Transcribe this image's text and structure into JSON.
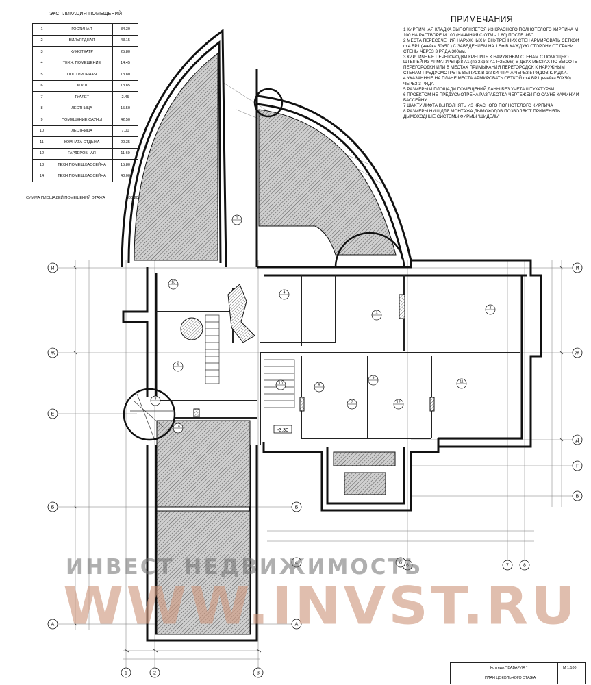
{
  "explication": {
    "title": "ЭКСПЛИКАЦИЯ ПОМЕЩЕНИЙ",
    "rows": [
      {
        "n": "1",
        "name": "ГОСТИНАЯ",
        "area": "34.30"
      },
      {
        "n": "2",
        "name": "БИЛЬЯРДНАЯ",
        "area": "43.15"
      },
      {
        "n": "3",
        "name": "КИНОТЕАТР",
        "area": "25.80"
      },
      {
        "n": "4",
        "name": "ТЕХН. ПОМЕЩЕНИЕ",
        "area": "14.45"
      },
      {
        "n": "5",
        "name": "ПОСТИРОЧНАЯ",
        "area": "13.80"
      },
      {
        "n": "6",
        "name": "ХОЛЛ",
        "area": "13.85"
      },
      {
        "n": "7",
        "name": "ТУАЛЕТ",
        "area": "2.45"
      },
      {
        "n": "8",
        "name": "ЛЕСТНИЦА",
        "area": "15.50"
      },
      {
        "n": "9",
        "name": "ПОМЕЩЕНИЕ САУНЫ",
        "area": "42.50"
      },
      {
        "n": "10",
        "name": "ЛЕСТНИЦА",
        "area": "7.00"
      },
      {
        "n": "11",
        "name": "КОМНАТА ОТДЫХА",
        "area": "20.35"
      },
      {
        "n": "12",
        "name": "ГАРДЕРОБНАЯ",
        "area": "11.60"
      },
      {
        "n": "13",
        "name": "ТЕХН.ПОМЕЩ.БАССЕЙНА",
        "area": "15.80"
      },
      {
        "n": "14",
        "name": "ТЕХН.ПОМЕЩ.БАССЕЙНА",
        "area": "40.00"
      }
    ],
    "sum_label": "СУММА ПЛОЩАДЕЙ ПОМЕЩЕНИЙ ЭТАЖА",
    "sum_value": "300.20 м2"
  },
  "notes": {
    "title": "ПРИМЕЧАНИЯ",
    "items": [
      "1 КИРПИЧНАЯ КЛАДКА ВЫПОЛНЯЕТСЯ ИЗ КРАСНОГО ПОЛНОТЕЛОГО КИРПИЧА М 100 НА РАСТВОРЕ М 100 (НАЧИНАЯ С ОТМ - 1.80) ПОСЛЕ ФБС",
      "2 МЕСТА ПЕРЕСЕЧЕНИЯ НАРУЖНЫХ И ВНУТРЕННИХ СТЕН АРМИРОВАТЬ СЕТКОЙ ф 4 ВР1 (ячейка 50х50 ) С ЗАВЕДЕНИЕМ НА 1.5м В КАЖДУЮ СТОРОНУ ОТ ГРАНИ СТЕНЫ ЧЕРЕЗ 3 РЯДА 300мм.",
      "3 КИРПИЧНЫЕ ПЕРЕГОРОДКИ КРЕПИТЬ К НАРУЖНЫМ СТЕНАМ С ПОМОЩЬЮ ШТЫРЕЙ ИЗ АРМАТУРЫ ф 8 А1 (по 2 ф 8 А1 l=250мм) В ДВУХ МЕСТАХ ПО ВЫСОТЕ ПЕРЕГОРОДКИ ИЛИ В МЕСТАХ ПРИМЫКАНИЯ ПЕРЕГОРОДОК К НАРУЖНЫМ СТЕНАМ ПРЕДУСМОТРЕТЬ ВЫПУСК В 1/2 КИРПИЧА ЧЕРЕЗ 5 РЯДОВ КЛАДКИ.",
      "4 УКАЗАННЫЕ НА ПЛАНЕ МЕСТА АРМИРОВАТЬ СЕТКОЙ ф 4 ВР1 (ячейка 50Х50) ЧЕРЕЗ 3 РЯДА",
      "5 РАЗМЕРЫ И ПЛОЩАДИ ПОМЕЩЕНИЙ ДАНЫ БЕЗ УЧЕТА ШТУКАТУРКИ",
      "6 ПРОЕКТОМ НЕ ПРЕДУСМОТРЕНА РАЗРАБОТКА ЧЕРТЕЖЕЙ ПО САУНЕ КАМИНУ И БАССЕЙНУ",
      "7 ШАХТУ ЛИФТА ВЫПОЛНЯТЬ ИЗ КРАСНОГО ПОЛНОТЕЛОГО КИРПИЧА",
      "8 РАЗМЕРЫ НИШ ДЛЯ МОНТАЖА ДЫМОХОДОВ ПОЗВОЛЯЮТ ПРИМЕНЯТЬ ДЫМОХОДНЫЕ СИСТЕМЫ ФИРМЫ \"ШИДЕЛЬ\""
    ]
  },
  "axes": {
    "left_letters": [
      "И",
      "Ж",
      "Е",
      "Б",
      "А"
    ],
    "right_letters": [
      "И",
      "Ж",
      "Д",
      "Г",
      "В"
    ],
    "mid_letters": [
      "Б",
      "А"
    ],
    "bottom_numbers": [
      "1",
      "2",
      "3",
      "6",
      "7",
      "8"
    ],
    "mid_numbers": [
      "4",
      "6"
    ]
  },
  "room_tags": [
    "1",
    "2",
    "3",
    "4",
    "5",
    "6",
    "7",
    "8",
    "9",
    "10",
    "11",
    "12",
    "13",
    "14"
  ],
  "level_mark": "-3.30",
  "watermark": {
    "line1": "ИНВЕСТ НЕДВИЖИМОСТЬ",
    "line2": "WWW.INVST.RU"
  },
  "title_block": {
    "project": "Коттедж \" БАВАРИЯ \"",
    "sheet": "ПЛАН ЦОКОЛЬНОГО ЭТАЖА",
    "scale": "М 1:100"
  }
}
